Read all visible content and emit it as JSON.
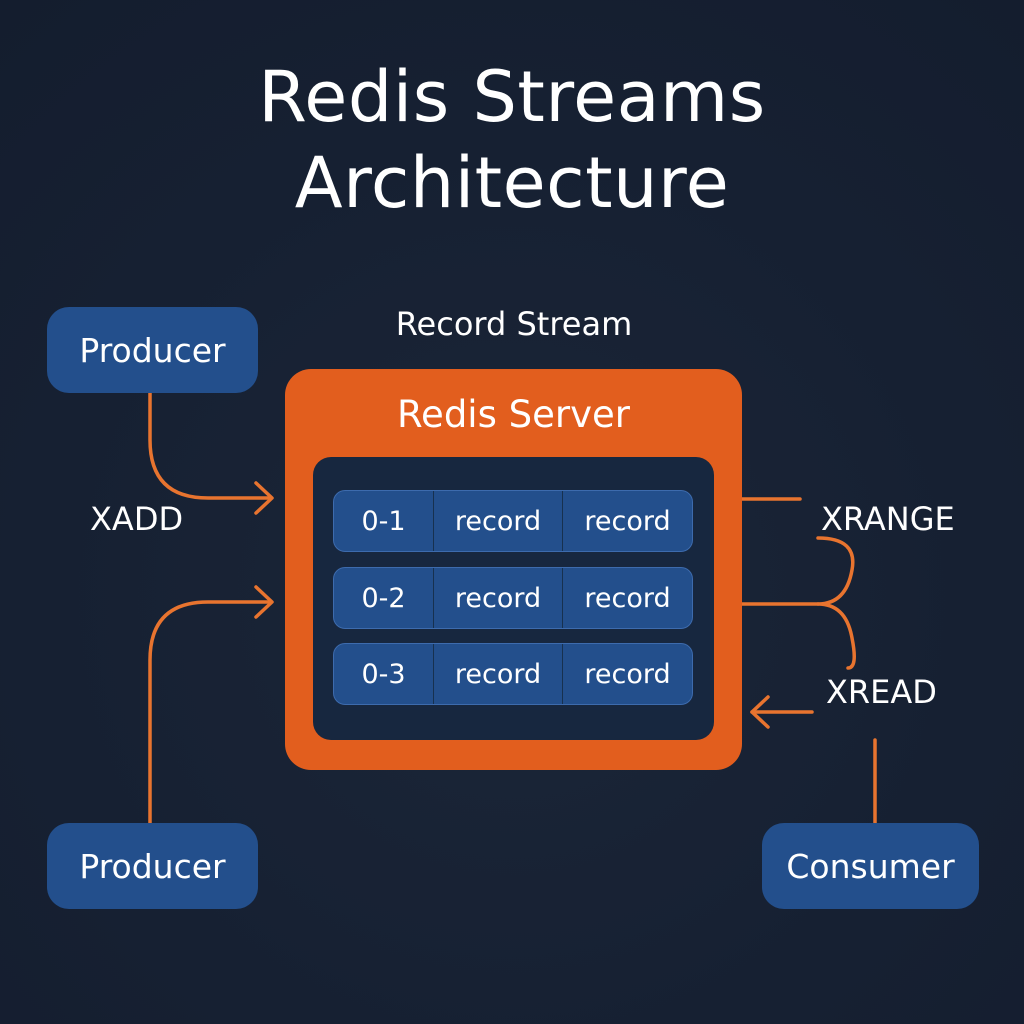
{
  "title": {
    "line1": "Redis Streams",
    "line2": "Architecture"
  },
  "stream_label": "Record Stream",
  "server": {
    "title": "Redis Server",
    "rows": [
      {
        "id": "0-1",
        "cells": [
          "record",
          "record"
        ]
      },
      {
        "id": "0-2",
        "cells": [
          "record",
          "record"
        ]
      },
      {
        "id": "0-3",
        "cells": [
          "record",
          "record"
        ]
      }
    ]
  },
  "nodes": {
    "producer_top": "Producer",
    "producer_bottom": "Producer",
    "consumer": "Consumer"
  },
  "commands": {
    "xadd": "XADD",
    "xrange": "XRANGE",
    "xread": "XREAD"
  },
  "colors": {
    "background": "#162032",
    "node_blue": "#234f8c",
    "server_orange": "#e25e1e",
    "connector_orange": "#e8742f",
    "stream_box": "#17273f"
  }
}
